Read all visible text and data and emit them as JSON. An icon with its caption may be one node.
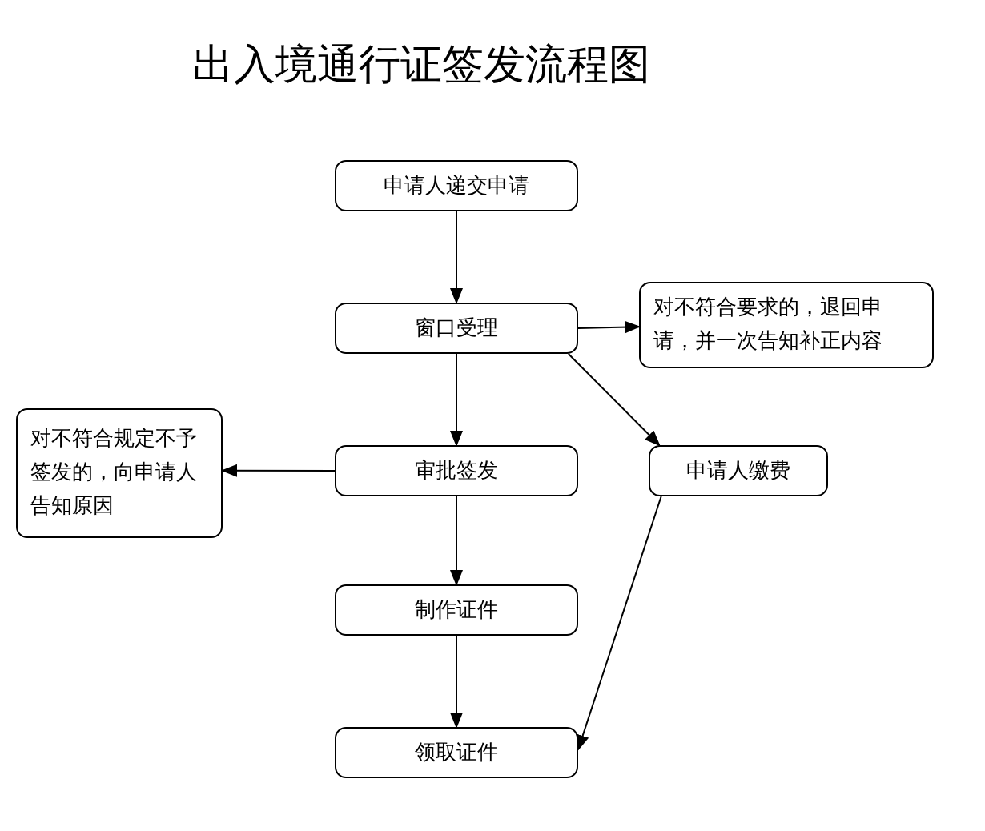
{
  "diagram": {
    "title": "出入境通行证签发流程图",
    "nodes": [
      {
        "text": [
          "申请人递交申请"
        ]
      },
      {
        "text": [
          "窗口受理"
        ]
      },
      {
        "text": [
          "对不符合要求的，退回申请，并一次告知补正内容"
        ]
      },
      {
        "text": [
          "对不符合规定不予签发的，向申请人告知原因"
        ]
      },
      {
        "text": [
          "审批签发"
        ]
      },
      {
        "text": [
          "申请人缴费"
        ]
      },
      {
        "text": [
          "制作证件"
        ]
      },
      {
        "text": [
          "领取证件"
        ]
      }
    ],
    "edges": [
      {
        "from": 0,
        "to": 1,
        "arrow": "to"
      },
      {
        "from": 1,
        "to": 2,
        "arrow": "to"
      },
      {
        "from": 1,
        "to": 5,
        "arrow": "to"
      },
      {
        "from": 1,
        "to": 4,
        "arrow": "to"
      },
      {
        "from": 4,
        "to": 3,
        "arrow": "to"
      },
      {
        "from": 4,
        "to": 6,
        "arrow": "to"
      },
      {
        "from": 6,
        "to": 7,
        "arrow": "to"
      },
      {
        "from": 5,
        "to": 7,
        "arrow": "to"
      }
    ]
  }
}
